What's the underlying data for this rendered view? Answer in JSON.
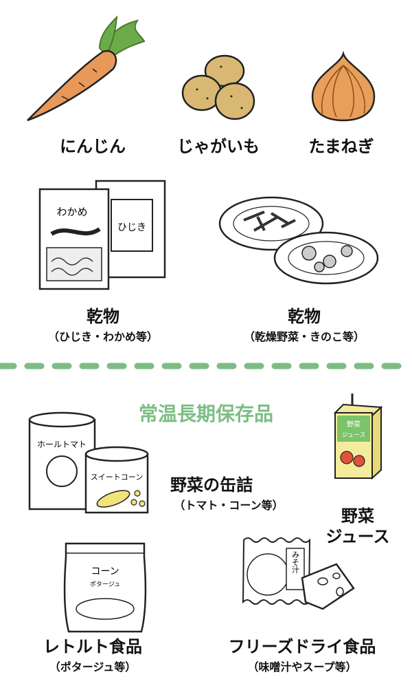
{
  "colors": {
    "accent": "#7dbd85",
    "text": "#111111",
    "carrot": "#e8995a",
    "potato": "#d9b873",
    "onion": "#e79f5a",
    "juice": "#f3ec9c",
    "juice_green": "#7cc36a"
  },
  "top_items": [
    {
      "label": "にんじん",
      "icon": "carrot-icon"
    },
    {
      "label": "じゃがいも",
      "icon": "potato-icon"
    },
    {
      "label": "たまねぎ",
      "icon": "onion-icon"
    }
  ],
  "dried": [
    {
      "label": "乾物",
      "sub": "（ひじき・わかめ等）",
      "pack_labels": [
        "わかめ",
        "ひじき"
      ]
    },
    {
      "label": "乾物",
      "sub": "（乾燥野菜・きのこ等）"
    }
  ],
  "section": {
    "heading": "常温長期保存品"
  },
  "shelf_items": {
    "cans": {
      "label": "野菜の缶詰",
      "sub": "（トマト・コーン等）",
      "can_labels": [
        "ホールトマト",
        "スイートコーン"
      ]
    },
    "juice": {
      "label_line1": "野菜",
      "label_line2": "ジュース",
      "box_label_1": "野菜",
      "box_label_2": "ジュース"
    },
    "retort": {
      "label": "レトルト食品",
      "sub": "（ポタージュ等）",
      "pouch_label_1": "コーン",
      "pouch_label_2": "ポタージュ"
    },
    "freeze_dry": {
      "label": "フリーズドライ食品",
      "sub": "（味噌汁やスープ等）",
      "pack_label": "みそ汁"
    }
  }
}
